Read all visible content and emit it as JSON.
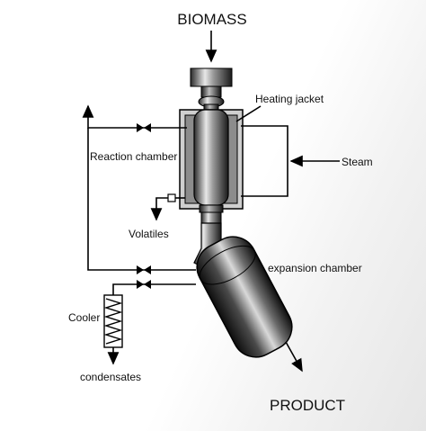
{
  "labels": {
    "biomass": "BIOMASS",
    "heating_jacket": "Heating jacket",
    "reaction_chamber": "Reaction chamber",
    "steam": "Steam",
    "volatiles": "Volatiles",
    "expansion_chamber": "expansion chamber",
    "cooler": "Cooler",
    "condensates": "condensates",
    "product": "PRODUCT"
  }
}
